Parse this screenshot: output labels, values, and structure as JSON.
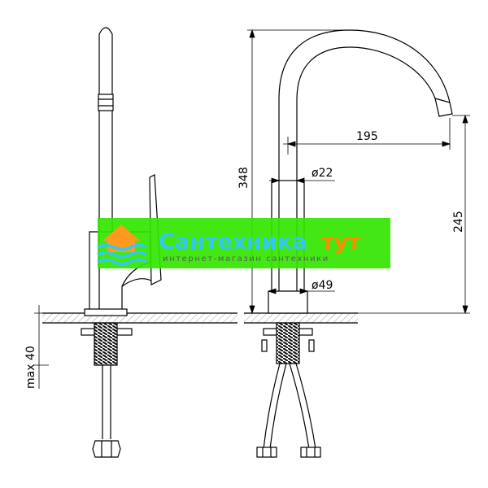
{
  "dimensions": {
    "height_total": "348",
    "spout_reach": "195",
    "spout_height": "245",
    "pipe_diameter": "ø22",
    "base_diameter": "ø49",
    "max_thickness": "max 40"
  },
  "watermark": {
    "title_part1": "Сантехника",
    "title_part2": "тут",
    "subtitle": "интернет-магазин сантехники"
  },
  "colors": {
    "banner_green": "#33e600",
    "title_cyan": "#33c8f0",
    "title_orange": "#ff8c00",
    "subtitle_color": "#5a5a5a",
    "line": "#000000",
    "counter_fill": "#d9d9d9",
    "thread": "#222222"
  }
}
